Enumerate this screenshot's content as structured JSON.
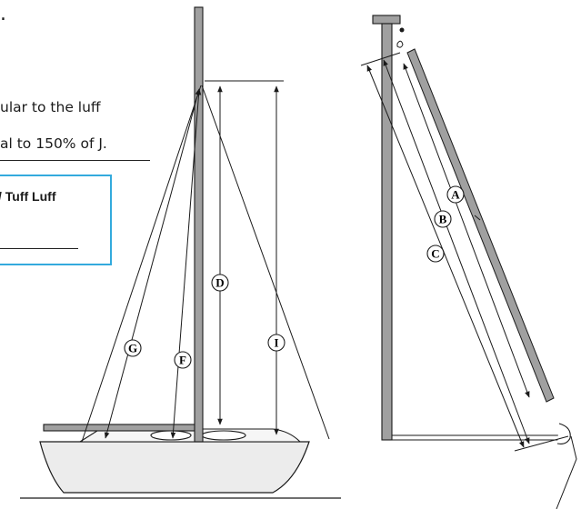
{
  "text": {
    "period": ".",
    "line1": "ular to the luff",
    "line2": "al to 150% of J.",
    "box_title": "/ Tuff Luff"
  },
  "labels": {
    "D": "D",
    "I": "I",
    "G": "G",
    "F": "F",
    "A": "A",
    "B": "B",
    "C": "C"
  },
  "colors": {
    "box_border": "#33aadd",
    "line": "#1a1a1a",
    "mast_fill": "#a0a0a0",
    "hull_fill": "#ececec"
  }
}
